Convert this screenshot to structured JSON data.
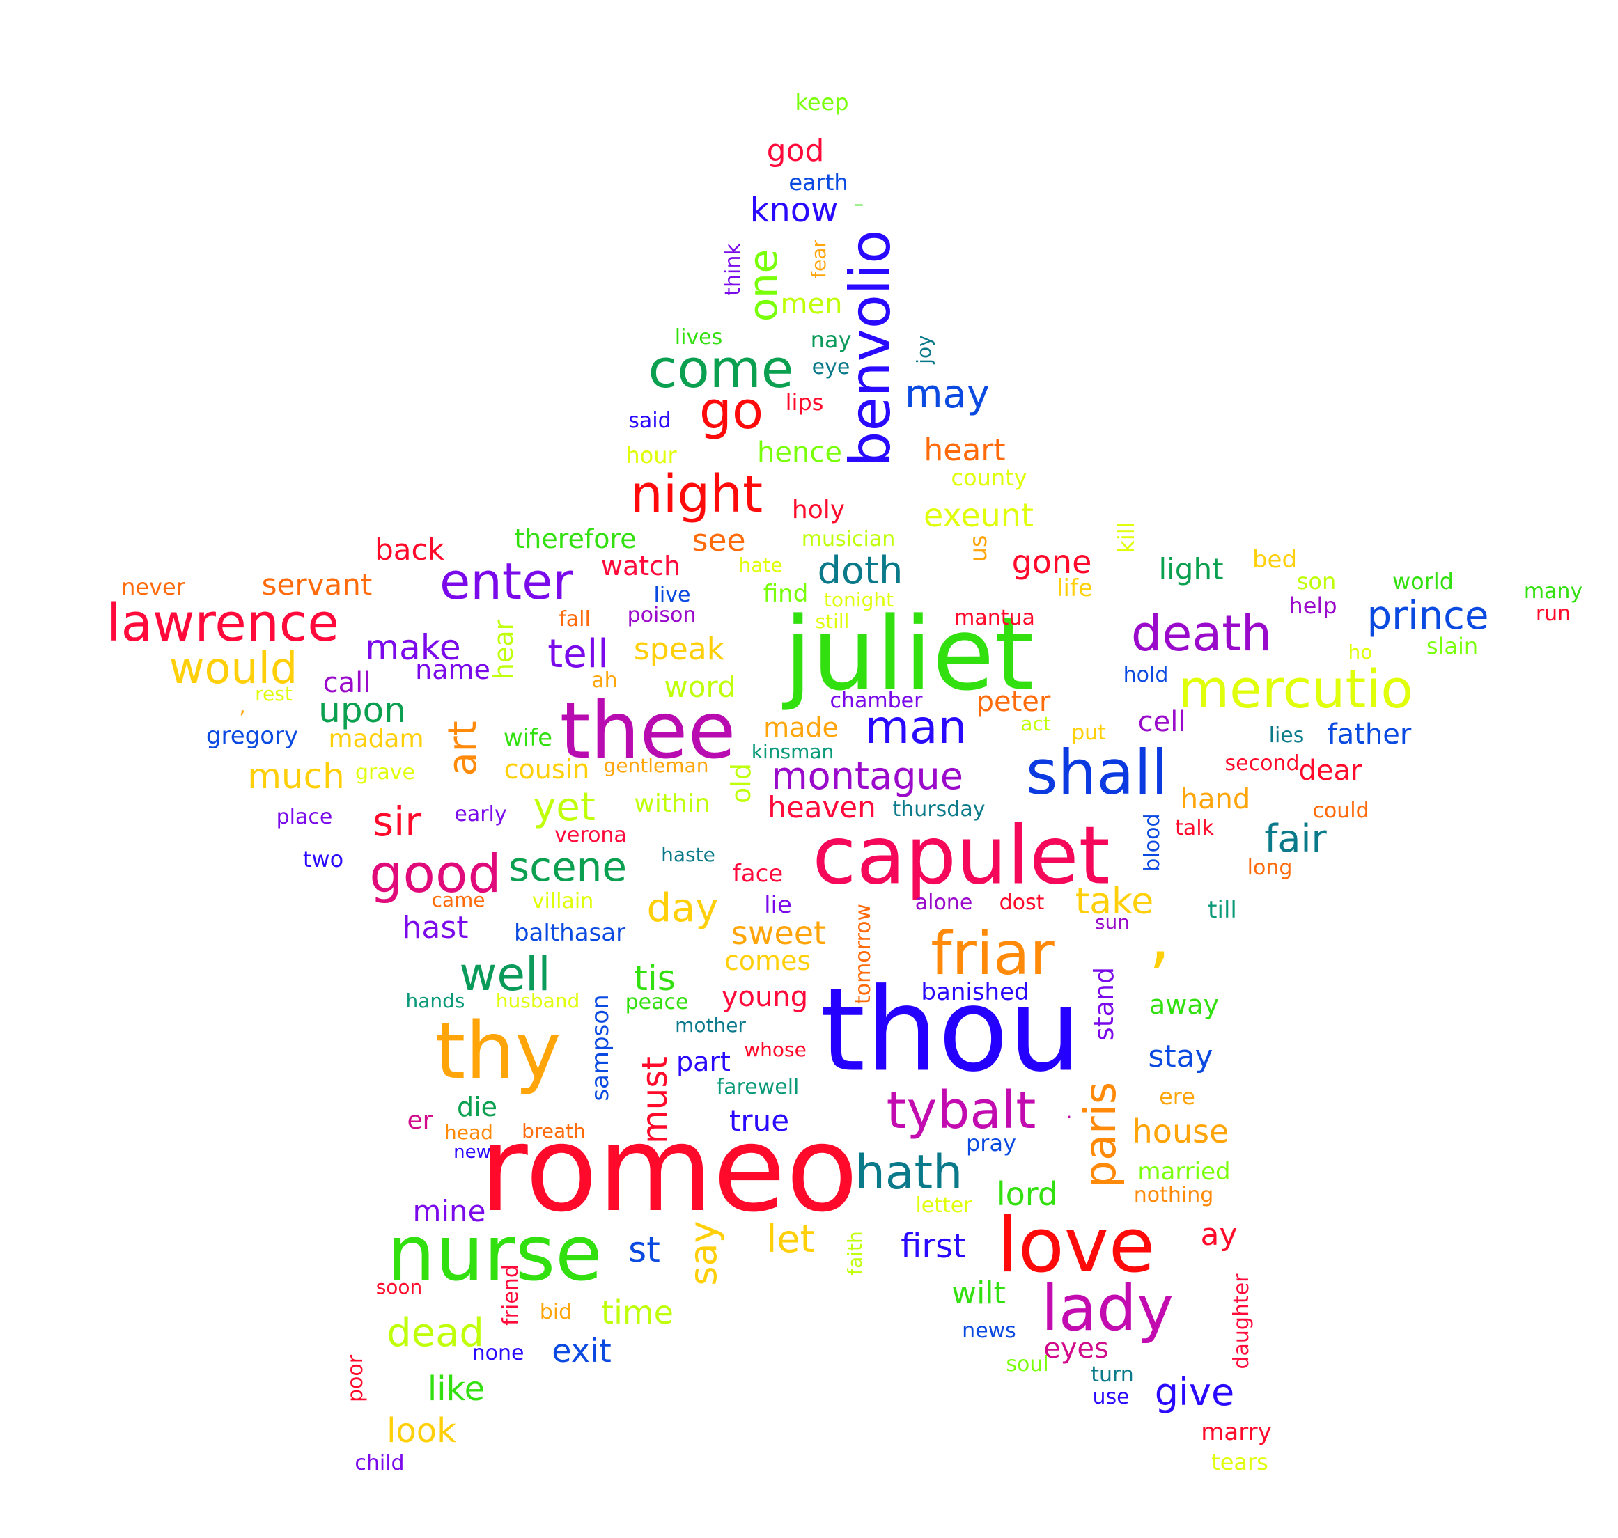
{
  "words": [
    {
      "text": "romeo",
      "color": "#ff0a2a",
      "weight": 1.0
    },
    {
      "text": "thou",
      "color": "#2600ff",
      "weight": 0.93
    },
    {
      "text": "juliet",
      "color": "#33e00f",
      "weight": 0.9
    },
    {
      "text": "capulet",
      "color": "#f5085a",
      "weight": 0.8
    },
    {
      "text": "thee",
      "color": "#b90cb0",
      "weight": 0.78
    },
    {
      "text": "thy",
      "color": "#ffa50a",
      "weight": 0.76
    },
    {
      "text": "nurse",
      "color": "#33e00f",
      "weight": 0.72
    },
    {
      "text": "love",
      "color": "#ff0a0a",
      "weight": 0.7
    },
    {
      "text": "shall",
      "color": "#0a3ae0",
      "weight": 0.62
    },
    {
      "text": "friar",
      "color": "#ff8a0a",
      "weight": 0.6
    },
    {
      "text": "lady",
      "color": "#c20cb0",
      "weight": 0.58
    },
    {
      "text": "benvolio",
      "color": "#2a0aff",
      "weight": 0.57
    },
    {
      "text": "mercutio",
      "color": "#e0ff0a",
      "weight": 0.55
    },
    {
      "text": "tybalt",
      "color": "#c20cb0",
      "weight": 0.5
    },
    {
      "text": "lawrence",
      "color": "#ff0a3a",
      "weight": 0.5
    },
    {
      "text": "come",
      "color": "#0aa050",
      "weight": 0.5
    },
    {
      "text": "night",
      "color": "#ff0a0a",
      "weight": 0.5
    },
    {
      "text": "death",
      "color": "#9a0aca",
      "weight": 0.48
    },
    {
      "text": "good",
      "color": "#e00a7a",
      "weight": 0.48
    },
    {
      "text": "enter",
      "color": "#7a0aea",
      "weight": 0.47
    },
    {
      "text": "man",
      "color": "#2a0aff",
      "weight": 0.45
    },
    {
      "text": "hath",
      "color": "#0a7a8a",
      "weight": 0.45
    },
    {
      "text": "would",
      "color": "#ffd00a",
      "weight": 0.42
    },
    {
      "text": "go",
      "color": "#ff0a0a",
      "weight": 0.45
    },
    {
      "text": "well",
      "color": "#0a9a5a",
      "weight": 0.42
    },
    {
      "text": "paris",
      "color": "#ff8a0a",
      "weight": 0.42
    },
    {
      "text": "dead",
      "color": "#bfff0a",
      "weight": 0.38
    },
    {
      "text": "sir",
      "color": "#ff0a2a",
      "weight": 0.38
    },
    {
      "text": "scene",
      "color": "#0aa050",
      "weight": 0.38
    },
    {
      "text": "say",
      "color": "#ffd00a",
      "weight": 0.36
    },
    {
      "text": "montague",
      "color": "#9a0aca",
      "weight": 0.36
    },
    {
      "text": "one",
      "color": "#7aff0a",
      "weight": 0.36
    },
    {
      "text": "may",
      "color": "#0a4ae0",
      "weight": 0.36
    },
    {
      "text": "prince",
      "color": "#0a4ae0",
      "weight": 0.36
    },
    {
      "text": "art",
      "color": "#ff8a0a",
      "weight": 0.36
    },
    {
      "text": "tell",
      "color": "#7a0aea",
      "weight": 0.35
    },
    {
      "text": "day",
      "color": "#ffd00a",
      "weight": 0.35
    },
    {
      "text": "yet",
      "color": "#bfff0a",
      "weight": 0.35
    },
    {
      "text": "fair",
      "color": "#0a7a8a",
      "weight": 0.35
    },
    {
      "text": "doth",
      "color": "#0a7a8a",
      "weight": 0.34
    },
    {
      "text": "let",
      "color": "#ffd00a",
      "weight": 0.34
    },
    {
      "text": "give",
      "color": "#2a0aff",
      "weight": 0.34
    },
    {
      "text": "take",
      "color": "#ffd00a",
      "weight": 0.34
    },
    {
      "text": "must",
      "color": "#ff0a2a",
      "weight": 0.33
    },
    {
      "text": "upon",
      "color": "#0aa050",
      "weight": 0.32
    },
    {
      "text": "make",
      "color": "#7a0aea",
      "weight": 0.32
    },
    {
      "text": "tis",
      "color": "#33e00f",
      "weight": 0.32
    },
    {
      "text": "much",
      "color": "#ffd00a",
      "weight": 0.32
    },
    {
      "text": "st",
      "color": "#0a4ae0",
      "weight": 0.32
    },
    {
      "text": "look",
      "color": "#ffd00a",
      "weight": 0.31
    },
    {
      "text": "like",
      "color": "#33e00f",
      "weight": 0.31
    },
    {
      "text": "first",
      "color": "#2a0aff",
      "weight": 0.31
    },
    {
      "text": "lord",
      "color": "#33e00f",
      "weight": 0.3
    },
    {
      "text": "time",
      "color": "#bfff0a",
      "weight": 0.3
    },
    {
      "text": "house",
      "color": "#ffa50a",
      "weight": 0.3
    },
    {
      "text": "exit",
      "color": "#0a4ae0",
      "weight": 0.3
    },
    {
      "text": "sweet",
      "color": "#ffa50a",
      "weight": 0.3
    },
    {
      "text": "gone",
      "color": "#ff0a2a",
      "weight": 0.3
    },
    {
      "text": "exeunt",
      "color": "#e0ff0a",
      "weight": 0.3
    },
    {
      "text": "heart",
      "color": "#ff6a0a",
      "weight": 0.3
    },
    {
      "text": "speak",
      "color": "#ffd00a",
      "weight": 0.29
    },
    {
      "text": "hast",
      "color": "#7a0aea",
      "weight": 0.29
    },
    {
      "text": "stay",
      "color": "#0a4ae0",
      "weight": 0.29
    },
    {
      "text": "wilt",
      "color": "#33e00f",
      "weight": 0.29
    },
    {
      "text": "eyes",
      "color": "#d00a8a",
      "weight": 0.28
    },
    {
      "text": "true",
      "color": "#2a0aff",
      "weight": 0.28
    },
    {
      "text": "see",
      "color": "#ff6a0a",
      "weight": 0.28
    },
    {
      "text": "light",
      "color": "#0aa050",
      "weight": 0.28
    },
    {
      "text": "word",
      "color": "#bfff0a",
      "weight": 0.28
    },
    {
      "text": "heaven",
      "color": "#ff0a3a",
      "weight": 0.28
    },
    {
      "text": "know",
      "color": "#2a0aff",
      "weight": 0.28
    },
    {
      "text": "mine",
      "color": "#7a0aea",
      "weight": 0.28
    },
    {
      "text": "servant",
      "color": "#ff6a0a",
      "weight": 0.28
    },
    {
      "text": "peter",
      "color": "#ff6a0a",
      "weight": 0.27
    },
    {
      "text": "hand",
      "color": "#ffa50a",
      "weight": 0.27
    },
    {
      "text": "back",
      "color": "#ff0a2a",
      "weight": 0.27
    },
    {
      "text": "ay",
      "color": "#ff0a2a",
      "weight": 0.27
    },
    {
      "text": "men",
      "color": "#bfff0a",
      "weight": 0.27
    },
    {
      "text": "name",
      "color": "#7a0aea",
      "weight": 0.26
    },
    {
      "text": "watch",
      "color": "#ff0a3a",
      "weight": 0.26
    },
    {
      "text": "hence",
      "color": "#7aff0a",
      "weight": 0.26
    },
    {
      "text": "father",
      "color": "#0a4ae0",
      "weight": 0.26
    },
    {
      "text": "dear",
      "color": "#ff0a2a",
      "weight": 0.26
    },
    {
      "text": "cell",
      "color": "#9a0aca",
      "weight": 0.26
    },
    {
      "text": "young",
      "color": "#ff0a3a",
      "weight": 0.26
    },
    {
      "text": "god",
      "color": "#ff0a3a",
      "weight": 0.26
    },
    {
      "text": "call",
      "color": "#9a0aca",
      "weight": 0.26
    },
    {
      "text": "therefore",
      "color": "#33e00f",
      "weight": 0.25
    },
    {
      "text": "away",
      "color": "#33e00f",
      "weight": 0.25
    },
    {
      "text": "stand",
      "color": "#7a0aea",
      "weight": 0.25
    },
    {
      "text": "hear",
      "color": "#bfff0a",
      "weight": 0.25
    },
    {
      "text": "cousin",
      "color": "#ffd00a",
      "weight": 0.25
    },
    {
      "text": "made",
      "color": "#ffa50a",
      "weight": 0.25
    },
    {
      "text": "die",
      "color": "#0aa050",
      "weight": 0.25
    },
    {
      "text": "part",
      "color": "#2a0aff",
      "weight": 0.25
    },
    {
      "text": "old",
      "color": "#bfff0a",
      "weight": 0.25
    },
    {
      "text": "comes",
      "color": "#ffd00a",
      "weight": 0.24
    },
    {
      "text": "madam",
      "color": "#ffd00a",
      "weight": 0.24
    },
    {
      "text": "holy",
      "color": "#ff0a2a",
      "weight": 0.24
    },
    {
      "text": "within",
      "color": "#bfff0a",
      "weight": 0.24
    },
    {
      "text": "sampson",
      "color": "#0a4ae0",
      "weight": 0.24
    },
    {
      "text": "wife",
      "color": "#33e00f",
      "weight": 0.23
    },
    {
      "text": "balthasar",
      "color": "#0a4ae0",
      "weight": 0.23
    },
    {
      "text": "gregory",
      "color": "#0a4ae0",
      "weight": 0.23
    },
    {
      "text": "banished",
      "color": "#2a0aff",
      "weight": 0.23
    },
    {
      "text": "married",
      "color": "#7aff0a",
      "weight": 0.23
    },
    {
      "text": "marry",
      "color": "#ff0a2a",
      "weight": 0.23
    },
    {
      "text": "face",
      "color": "#ff0a3a",
      "weight": 0.23
    },
    {
      "text": "find",
      "color": "#7aff0a",
      "weight": 0.23
    },
    {
      "text": "er",
      "color": "#d00a8a",
      "weight": 0.23
    },
    {
      "text": "lie",
      "color": "#7a0aea",
      "weight": 0.23
    },
    {
      "text": "till",
      "color": "#0a9a7a",
      "weight": 0.23
    },
    {
      "text": "fear",
      "color": "#ffa50a",
      "weight": 0.22
    },
    {
      "text": "think",
      "color": "#7a0aea",
      "weight": 0.22
    },
    {
      "text": "farewell",
      "color": "#0a9a7a",
      "weight": 0.22
    },
    {
      "text": "lives",
      "color": "#33e00f",
      "weight": 0.22
    },
    {
      "text": "nay",
      "color": "#0a9a5a",
      "weight": 0.22
    },
    {
      "text": "eye",
      "color": "#0a7a8a",
      "weight": 0.22
    },
    {
      "text": "us",
      "color": "#ffa50a",
      "weight": 0.22
    },
    {
      "text": "life",
      "color": "#ffd00a",
      "weight": 0.22
    },
    {
      "text": "bed",
      "color": "#ffd00a",
      "weight": 0.22
    },
    {
      "text": "lips",
      "color": "#ff0a2a",
      "weight": 0.22
    },
    {
      "text": "said",
      "color": "#2a0aff",
      "weight": 0.21
    },
    {
      "text": "hour",
      "color": "#e0ff0a",
      "weight": 0.21
    },
    {
      "text": "earth",
      "color": "#0a4ae0",
      "weight": 0.21
    },
    {
      "text": "keep",
      "color": "#7aff0a",
      "weight": 0.21
    },
    {
      "text": "musician",
      "color": "#bfff0a",
      "weight": 0.2
    },
    {
      "text": "county",
      "color": "#e0ff0a",
      "weight": 0.2
    },
    {
      "text": "joy",
      "color": "#0a7a8a",
      "weight": 0.2
    },
    {
      "text": "kill",
      "color": "#e0ff0a",
      "weight": 0.2
    },
    {
      "text": "son",
      "color": "#bfff0a",
      "weight": 0.2
    },
    {
      "text": "world",
      "color": "#33e00f",
      "weight": 0.2
    },
    {
      "text": "many",
      "color": "#33e00f",
      "weight": 0.2
    },
    {
      "text": "run",
      "color": "#ff0a2a",
      "weight": 0.2
    },
    {
      "text": "help",
      "color": "#9a0aca",
      "weight": 0.2
    },
    {
      "text": "slain",
      "color": "#7aff0a",
      "weight": 0.2
    },
    {
      "text": "mantua",
      "color": "#ff0a2a",
      "weight": 0.2
    },
    {
      "text": "hold",
      "color": "#0a4ae0",
      "weight": 0.2
    },
    {
      "text": "ho",
      "color": "#e0ff0a",
      "weight": 0.18
    },
    {
      "text": "never",
      "color": "#ff6a0a",
      "weight": 0.2
    },
    {
      "text": "live",
      "color": "#0a4ae0",
      "weight": 0.2
    },
    {
      "text": "poison",
      "color": "#9a0aca",
      "weight": 0.2
    },
    {
      "text": "fall",
      "color": "#ff6a0a",
      "weight": 0.2
    },
    {
      "text": "ah",
      "color": "#ffa50a",
      "weight": 0.2
    },
    {
      "text": "hate",
      "color": "#e0ff0a",
      "weight": 0.19
    },
    {
      "text": "tonight",
      "color": "#e0ff0a",
      "weight": 0.19
    },
    {
      "text": "still",
      "color": "#e0ff0a",
      "weight": 0.19
    },
    {
      "text": "rest",
      "color": "#e0ff0a",
      "weight": 0.19
    },
    {
      "text": "chamber",
      "color": "#7a0aea",
      "weight": 0.2
    },
    {
      "text": "kinsman",
      "color": "#0a9a7a",
      "weight": 0.2
    },
    {
      "text": "act",
      "color": "#bfff0a",
      "weight": 0.19
    },
    {
      "text": "put",
      "color": "#ffd00a",
      "weight": 0.2
    },
    {
      "text": "lies",
      "color": "#0a7a8a",
      "weight": 0.2
    },
    {
      "text": "second",
      "color": "#ff0a2a",
      "weight": 0.2
    },
    {
      "text": "could",
      "color": "#ff6a0a",
      "weight": 0.2
    },
    {
      "text": "gentleman",
      "color": "#ffa50a",
      "weight": 0.19
    },
    {
      "text": "grave",
      "color": "#e0ff0a",
      "weight": 0.2
    },
    {
      "text": "early",
      "color": "#7a0aea",
      "weight": 0.2
    },
    {
      "text": "place",
      "color": "#7a0aea",
      "weight": 0.2
    },
    {
      "text": "thursday",
      "color": "#0a7a8a",
      "weight": 0.2
    },
    {
      "text": "verona",
      "color": "#ff0a3a",
      "weight": 0.2
    },
    {
      "text": "haste",
      "color": "#0a7a8a",
      "weight": 0.19
    },
    {
      "text": "talk",
      "color": "#ff0a2a",
      "weight": 0.2
    },
    {
      "text": "blood",
      "color": "#0a4ae0",
      "weight": 0.2
    },
    {
      "text": "long",
      "color": "#ff6a0a",
      "weight": 0.2
    },
    {
      "text": "two",
      "color": "#2a0aff",
      "weight": 0.21
    },
    {
      "text": "came",
      "color": "#ff6a0a",
      "weight": 0.19
    },
    {
      "text": "villain",
      "color": "#e0ff0a",
      "weight": 0.2
    },
    {
      "text": "alone",
      "color": "#9a0aca",
      "weight": 0.2
    },
    {
      "text": "dost",
      "color": "#ff0a2a",
      "weight": 0.2
    },
    {
      "text": "sun",
      "color": "#9a0aca",
      "weight": 0.19
    },
    {
      "text": "tomorrow",
      "color": "#ff6a0a",
      "weight": 0.2
    },
    {
      "text": "hands",
      "color": "#0a9a7a",
      "weight": 0.19
    },
    {
      "text": "husband",
      "color": "#e0ff0a",
      "weight": 0.19
    },
    {
      "text": "peace",
      "color": "#33e00f",
      "weight": 0.2
    },
    {
      "text": "mother",
      "color": "#0a7a8a",
      "weight": 0.19
    },
    {
      "text": "whose",
      "color": "#ff0a2a",
      "weight": 0.19
    },
    {
      "text": "ere",
      "color": "#ffa50a",
      "weight": 0.2
    },
    {
      "text": "head",
      "color": "#ff8a0a",
      "weight": 0.19
    },
    {
      "text": "breath",
      "color": "#ff6a0a",
      "weight": 0.19
    },
    {
      "text": "new",
      "color": "#2a0aff",
      "weight": 0.18
    },
    {
      "text": "pray",
      "color": "#0a4ae0",
      "weight": 0.2
    },
    {
      "text": "nothing",
      "color": "#ff8a0a",
      "weight": 0.19
    },
    {
      "text": "letter",
      "color": "#e0ff0a",
      "weight": 0.19
    },
    {
      "text": "faith",
      "color": "#bfff0a",
      "weight": 0.19
    },
    {
      "text": "friend",
      "color": "#ff0a3a",
      "weight": 0.19
    },
    {
      "text": "soon",
      "color": "#ff0a2a",
      "weight": 0.18
    },
    {
      "text": "bid",
      "color": "#ffa50a",
      "weight": 0.19
    },
    {
      "text": "none",
      "color": "#2a0aff",
      "weight": 0.19
    },
    {
      "text": "poor",
      "color": "#ff0a2a",
      "weight": 0.19
    },
    {
      "text": "child",
      "color": "#7a0aea",
      "weight": 0.19
    },
    {
      "text": "news",
      "color": "#0a4ae0",
      "weight": 0.19
    },
    {
      "text": "soul",
      "color": "#7aff0a",
      "weight": 0.19
    },
    {
      "text": "turn",
      "color": "#0a7a8a",
      "weight": 0.19
    },
    {
      "text": "use",
      "color": "#2a0aff",
      "weight": 0.19
    },
    {
      "text": "daughter",
      "color": "#ff0a3a",
      "weight": 0.19
    },
    {
      "text": "tears",
      "color": "#e0ff0a",
      "weight": 0.19
    },
    {
      "text": "–",
      "color": "#33e00f",
      "weight": 0.18
    },
    {
      "text": ",",
      "color": "#ffd00a",
      "weight": 0.55
    },
    {
      "text": ",",
      "color": "#ffa50a",
      "weight": 0.18
    },
    {
      "text": ".",
      "color": "#c20cb0",
      "weight": 0.18
    }
  ]
}
